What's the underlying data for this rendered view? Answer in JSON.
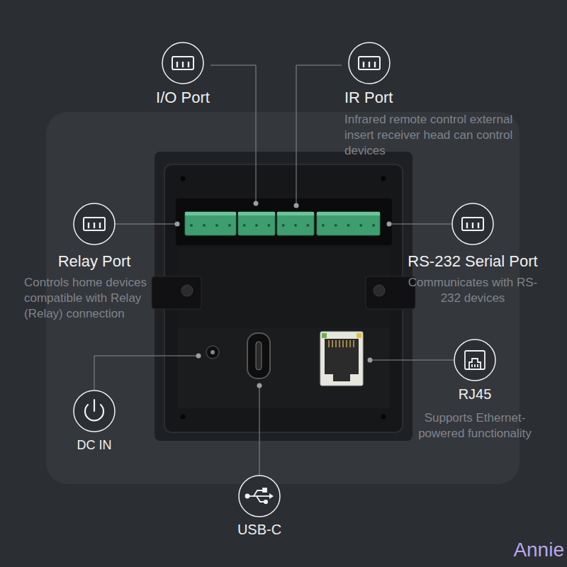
{
  "diagram": {
    "labels": [
      "I/O Port",
      "IR Port",
      "Infrared remote control external insert receiver head can control devices",
      "Relay Port",
      "Controls home devices compatible with Relay (Relay) connection",
      "RS-232 Serial Port",
      "Communicates with RS-232 devices",
      "DC IN",
      "USB-C",
      "RJ45",
      "Supports Ethernet-powered functionality",
      "Annie"
    ]
  }
}
